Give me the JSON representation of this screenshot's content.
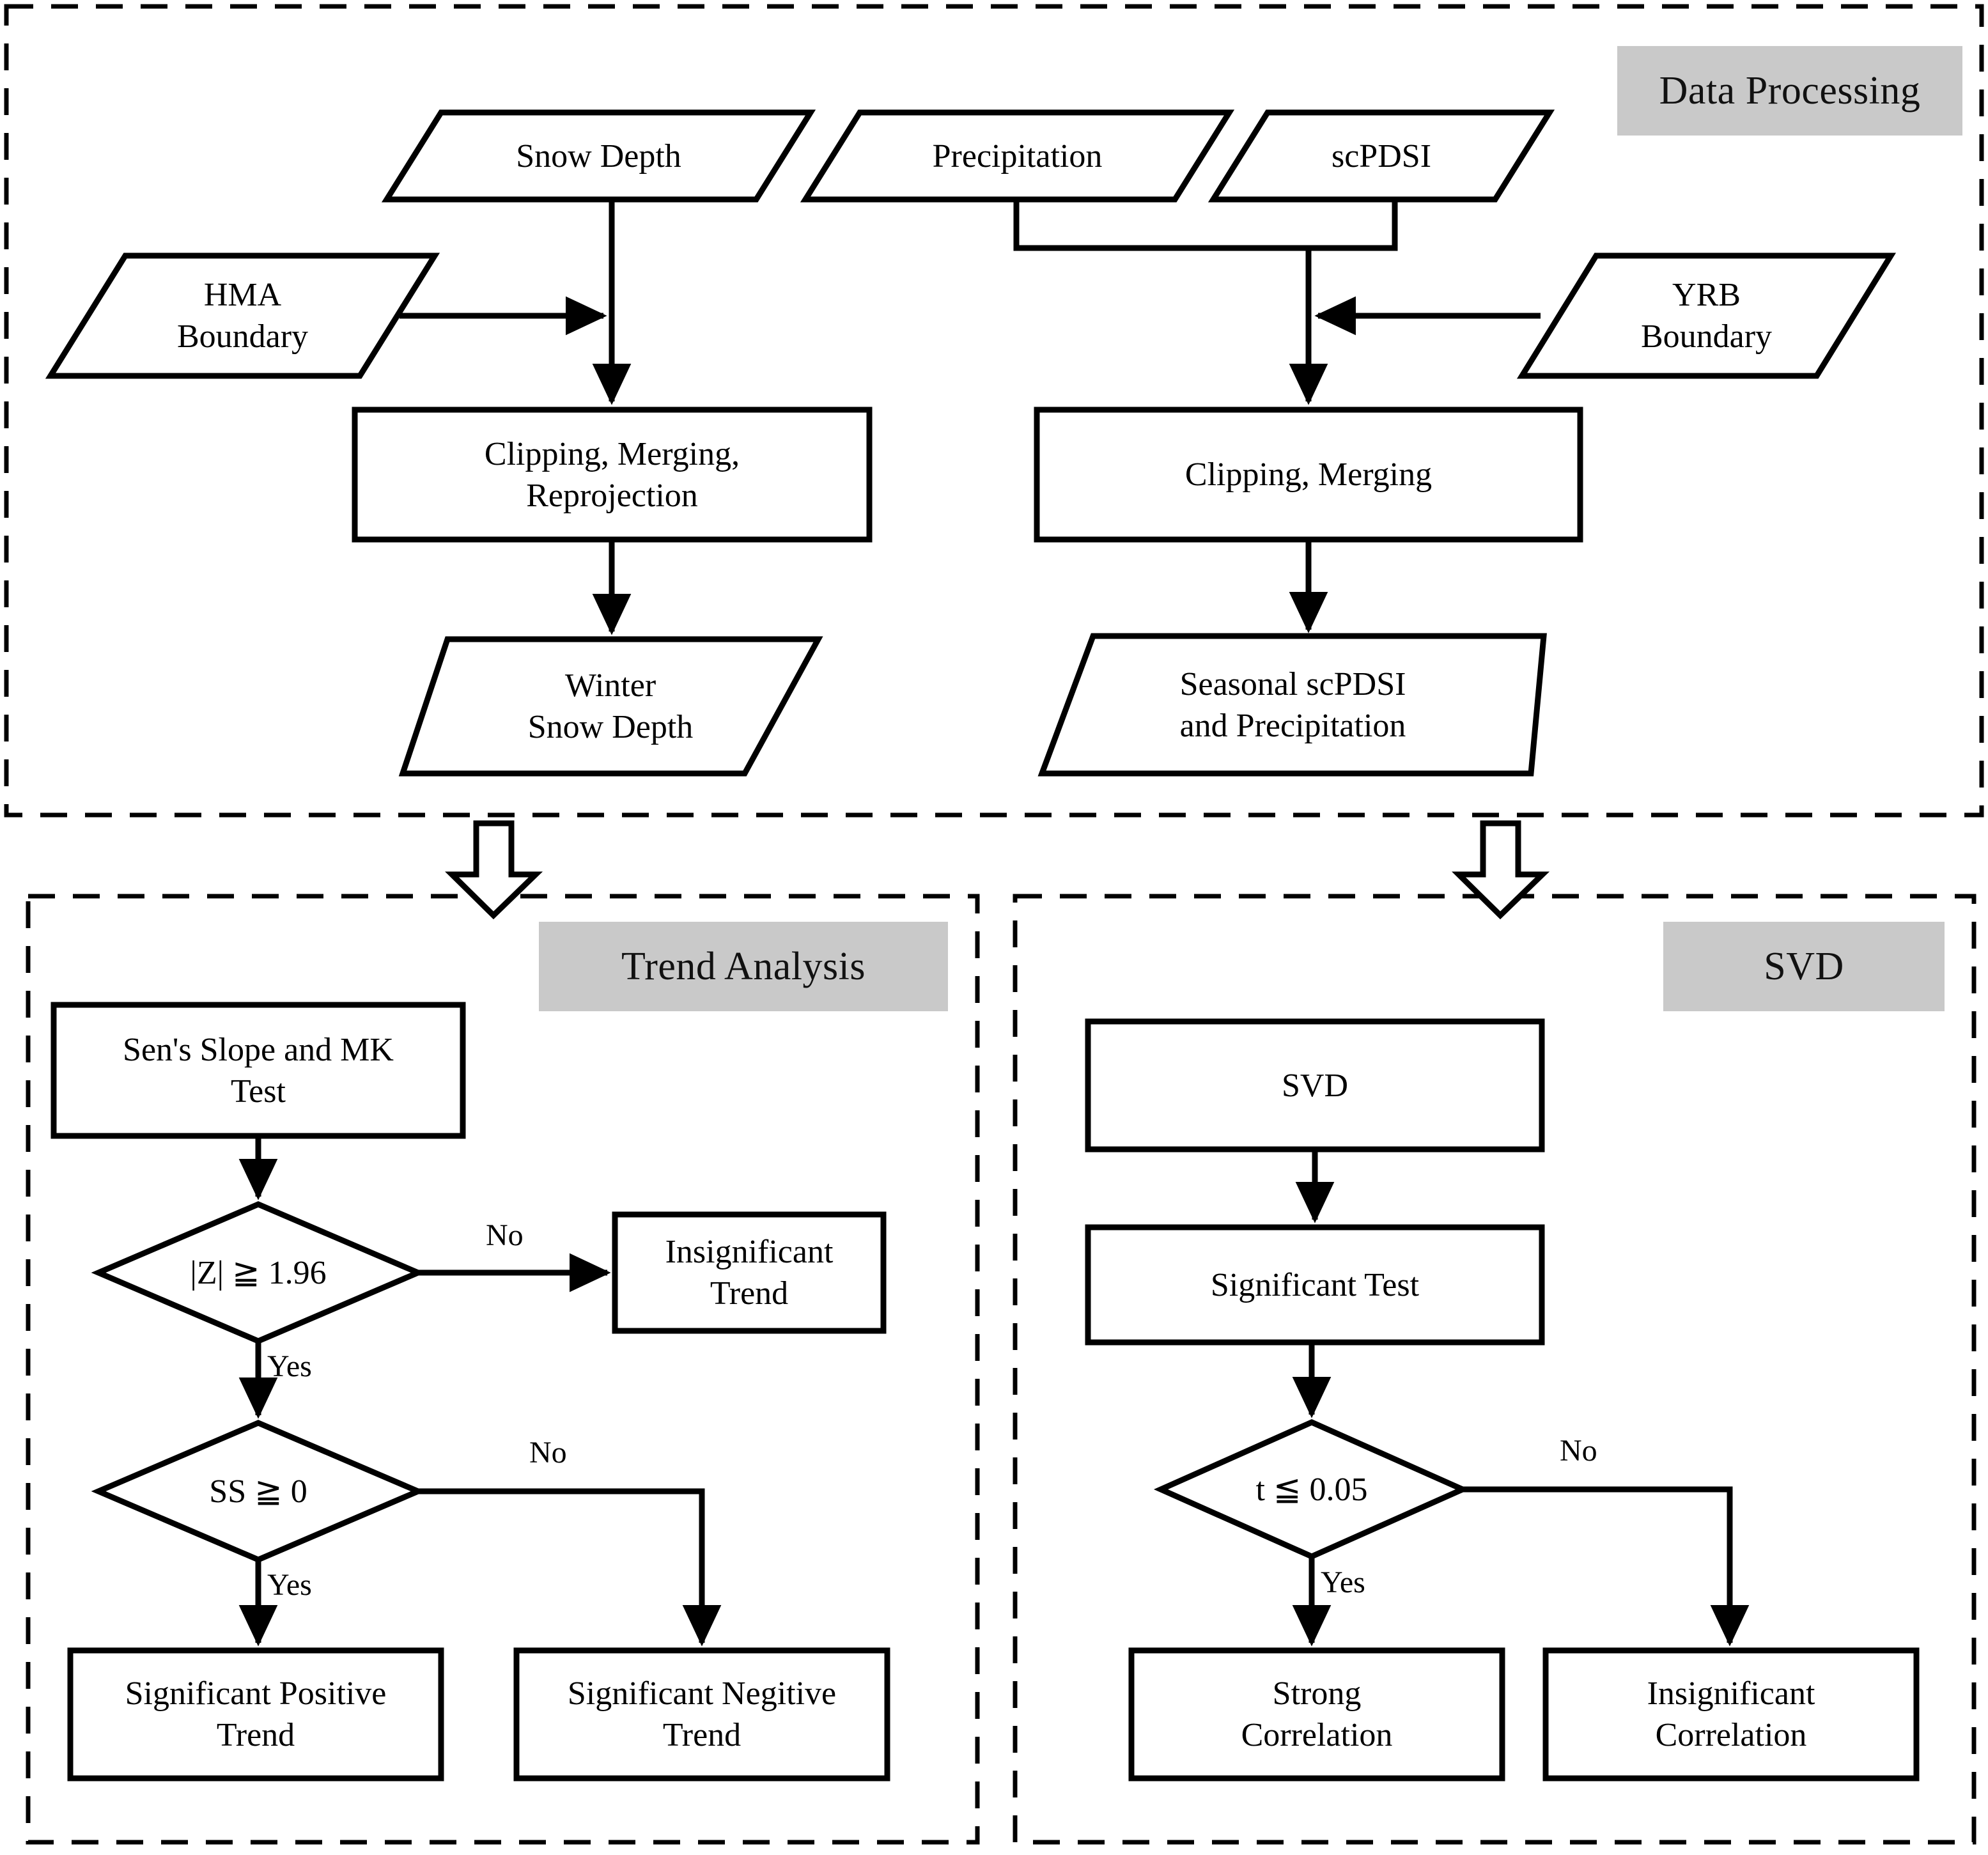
{
  "figure": {
    "type": "flowchart",
    "panels": [
      {
        "id": "data-processing",
        "label": "Data Processing"
      },
      {
        "id": "trend-analysis",
        "label": "Trend Analysis"
      },
      {
        "id": "svd",
        "label": "SVD"
      }
    ]
  },
  "data_processing": {
    "inputs": [
      {
        "id": "snow-depth",
        "label": "Snow Depth",
        "shape": "parallelogram"
      },
      {
        "id": "precipitation",
        "label": "Precipitation",
        "shape": "parallelogram"
      },
      {
        "id": "scpdsi",
        "label": "scPDSI",
        "shape": "parallelogram"
      },
      {
        "id": "hma-boundary",
        "label_lines": [
          "HMA",
          "Boundary"
        ],
        "shape": "parallelogram"
      },
      {
        "id": "yrb-boundary",
        "label_lines": [
          "YRB",
          "Boundary"
        ],
        "shape": "parallelogram"
      }
    ],
    "processes": [
      {
        "id": "clip-merge-reproject",
        "label_lines": [
          "Clipping, Merging,",
          "Reprojection"
        ],
        "shape": "rectangle"
      },
      {
        "id": "clip-merge",
        "label_lines": [
          "Clipping, Merging"
        ],
        "shape": "rectangle"
      }
    ],
    "outputs": [
      {
        "id": "winter-snow-depth",
        "label_lines": [
          "Winter",
          "Snow Depth"
        ],
        "shape": "parallelogram"
      },
      {
        "id": "seasonal-scpdsi-precip",
        "label_lines": [
          "Seasonal scPDSI",
          "and Precipitation"
        ],
        "shape": "parallelogram"
      }
    ]
  },
  "trend_analysis": {
    "process": {
      "id": "sens-slope-mk",
      "label_lines": [
        "Sen's Slope and MK",
        "Test"
      ],
      "shape": "rectangle"
    },
    "decisions": [
      {
        "id": "z-test",
        "label": "|Z| ≧ 1.96",
        "shape": "diamond",
        "yes": "Yes",
        "no": "No"
      },
      {
        "id": "ss-test",
        "label": "SS ≧  0",
        "shape": "diamond",
        "yes": "Yes",
        "no": "No"
      }
    ],
    "outcomes": [
      {
        "id": "insignificant-trend",
        "label_lines": [
          "Insignificant",
          "Trend"
        ],
        "shape": "rectangle"
      },
      {
        "id": "significant-positive-trend",
        "label_lines": [
          "Significant Positive",
          "Trend"
        ],
        "shape": "rectangle"
      },
      {
        "id": "significant-negitive-trend",
        "label_lines": [
          "Significant Negitive",
          "Trend"
        ],
        "shape": "rectangle"
      }
    ]
  },
  "svd_analysis": {
    "processes": [
      {
        "id": "svd",
        "label_lines": [
          "SVD"
        ],
        "shape": "rectangle"
      },
      {
        "id": "significant-test",
        "label_lines": [
          "Significant Test"
        ],
        "shape": "rectangle"
      }
    ],
    "decision": {
      "id": "t-test",
      "label": "t ≦ 0.05",
      "shape": "diamond",
      "yes": "Yes",
      "no": "No"
    },
    "outcomes": [
      {
        "id": "strong-correlation",
        "label_lines": [
          "Strong",
          "Correlation"
        ],
        "shape": "rectangle"
      },
      {
        "id": "insignificant-correlation",
        "label_lines": [
          "Insignificant",
          "Correlation"
        ],
        "shape": "rectangle"
      }
    ]
  },
  "edge_labels": {
    "z_no": "No",
    "z_yes": "Yes",
    "ss_no": "No",
    "ss_yes": "Yes",
    "t_no": "No",
    "t_yes": "Yes"
  },
  "colors": {
    "stroke": "#000000",
    "panel_label_bg": "#c9c9c9",
    "background": "#ffffff"
  }
}
